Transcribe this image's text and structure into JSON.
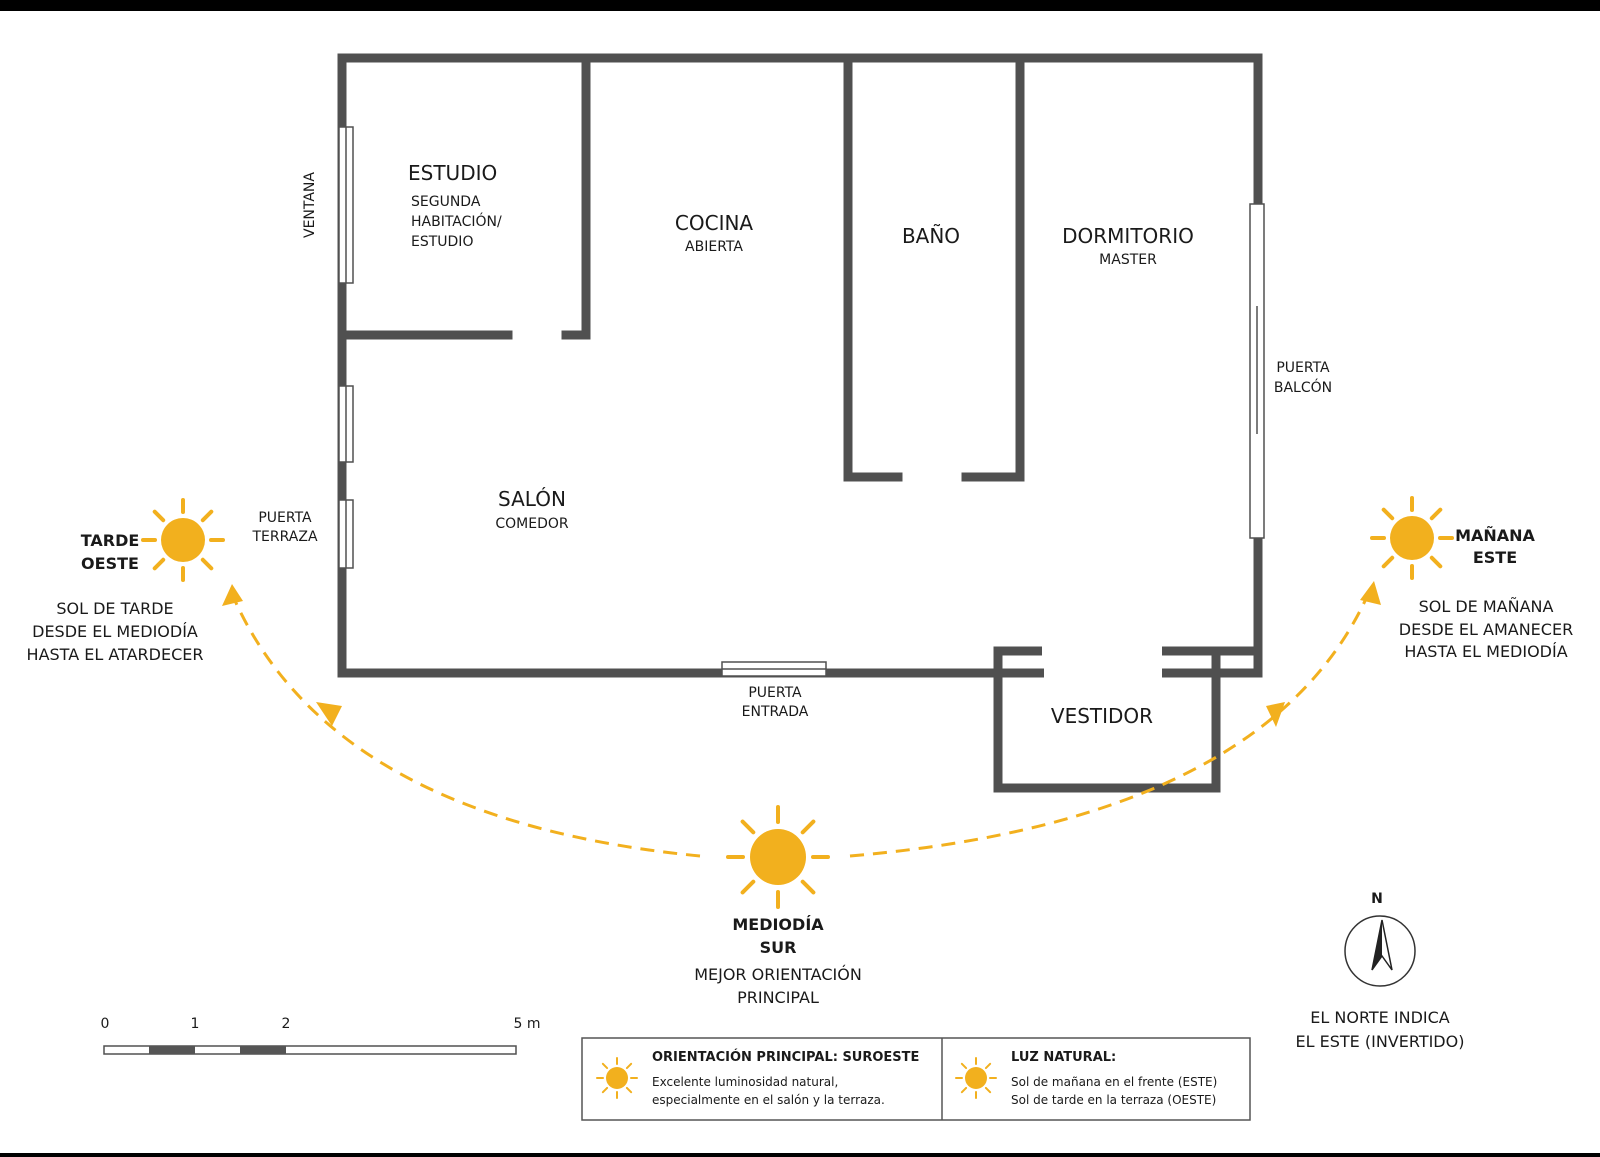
{
  "rooms": {
    "estudio": {
      "title": "ESTUDIO",
      "sub": [
        "SEGUNDA",
        "HABITACIÓN/",
        "ESTUDIO"
      ]
    },
    "cocina": {
      "title": "COCINA",
      "sub": "ABIERTA"
    },
    "bano": {
      "title": "BAÑO"
    },
    "dormitorio": {
      "title": "DORMITORIO",
      "sub": "MASTER"
    },
    "salon": {
      "title": "SALÓN",
      "sub": "COMEDOR"
    },
    "vestidor": {
      "title": "VESTIDOR"
    }
  },
  "openings": {
    "ventana": "VENTANA",
    "puerta_terraza": [
      "PUERTA",
      "TERRAZA"
    ],
    "puerta_balcon": [
      "PUERTA",
      "BALCÓN"
    ],
    "puerta_entrada": [
      "PUERTA",
      "ENTRADA"
    ]
  },
  "sun": {
    "west": {
      "title": [
        "TARDE",
        "OESTE"
      ],
      "desc": [
        "SOL DE TARDE",
        "DESDE EL MEDIODÍA",
        "HASTA EL ATARDECER"
      ]
    },
    "east": {
      "title": [
        "MAÑANA",
        "ESTE"
      ],
      "desc": [
        "SOL DE MAÑANA",
        "DESDE EL AMANECER",
        "HASTA EL MEDIODÍA"
      ]
    },
    "south": {
      "title": [
        "MEDIODÍA",
        "SUR"
      ],
      "desc": [
        "MEJOR ORIENTACIÓN",
        "PRINCIPAL"
      ]
    }
  },
  "scale": {
    "labels": [
      "0",
      "1",
      "2",
      "5 m"
    ]
  },
  "compass": {
    "letter": "N",
    "note": [
      "EL NORTE INDICA",
      "EL ESTE (INVERTIDO)"
    ]
  },
  "legend": {
    "orientation": {
      "title": "ORIENTACIÓN PRINCIPAL: SUROESTE",
      "lines": [
        "Excelente luminosidad natural,",
        "especialmente en el salón y la terraza."
      ]
    },
    "light": {
      "title": "LUZ NATURAL:",
      "lines": [
        "Sol de mañana en el frente (ESTE)",
        "Sol de tarde en la terraza (OESTE)"
      ]
    }
  },
  "colors": {
    "wall": "#505050",
    "sun": "#F2B01E",
    "background": "#FFFFFF"
  }
}
